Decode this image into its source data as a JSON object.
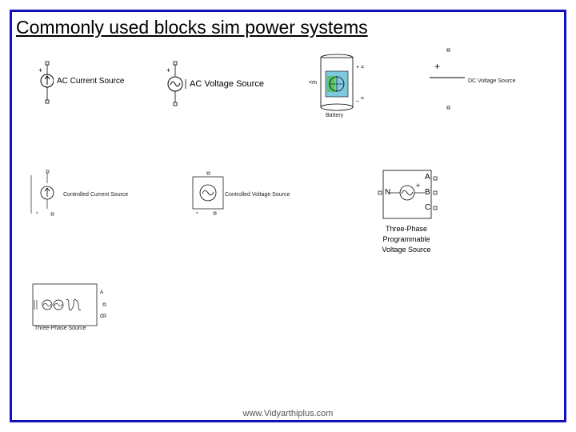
{
  "slide": {
    "title": "Commonly used blocks sim power systems",
    "footer": "www.Vidyarthiplus.com"
  },
  "blocks": {
    "ac_current_source": "AC Current Source",
    "ac_voltage_source": "AC Voltage Source",
    "battery": "Battery",
    "dc_voltage_source": "DC Voltage Source",
    "controlled_current_source": "Controlled Current Source",
    "controlled_voltage_source": "Controlled Voltage Source",
    "three_phase_programmable": {
      "line1": "Three-Phase",
      "line2": "Programmable",
      "line3": "Voltage Source",
      "port_n": "N",
      "port_a": "A",
      "port_b": "B",
      "port_c": "C"
    },
    "three_phase_source": "Three-Phase Source"
  },
  "colors": {
    "border": "#1010c0",
    "battery_fill": "#7fc9e0",
    "battery_green": "#5cc36a"
  }
}
